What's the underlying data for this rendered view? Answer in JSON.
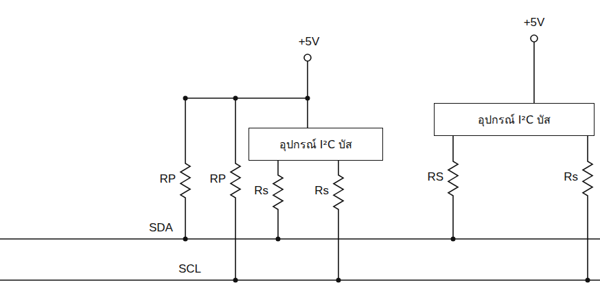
{
  "diagram": {
    "nodes": [
      {
        "text": [
          "อุปกรณ์ I²C บัส"
        ]
      },
      {
        "text": [
          "อุปกรณ์ I²C บัส"
        ]
      }
    ],
    "labels": [
      "+5V",
      "+5V",
      "RP",
      "RP",
      "Rs",
      "Rs",
      "RS",
      "Rs",
      "SDA",
      "SCL"
    ]
  }
}
